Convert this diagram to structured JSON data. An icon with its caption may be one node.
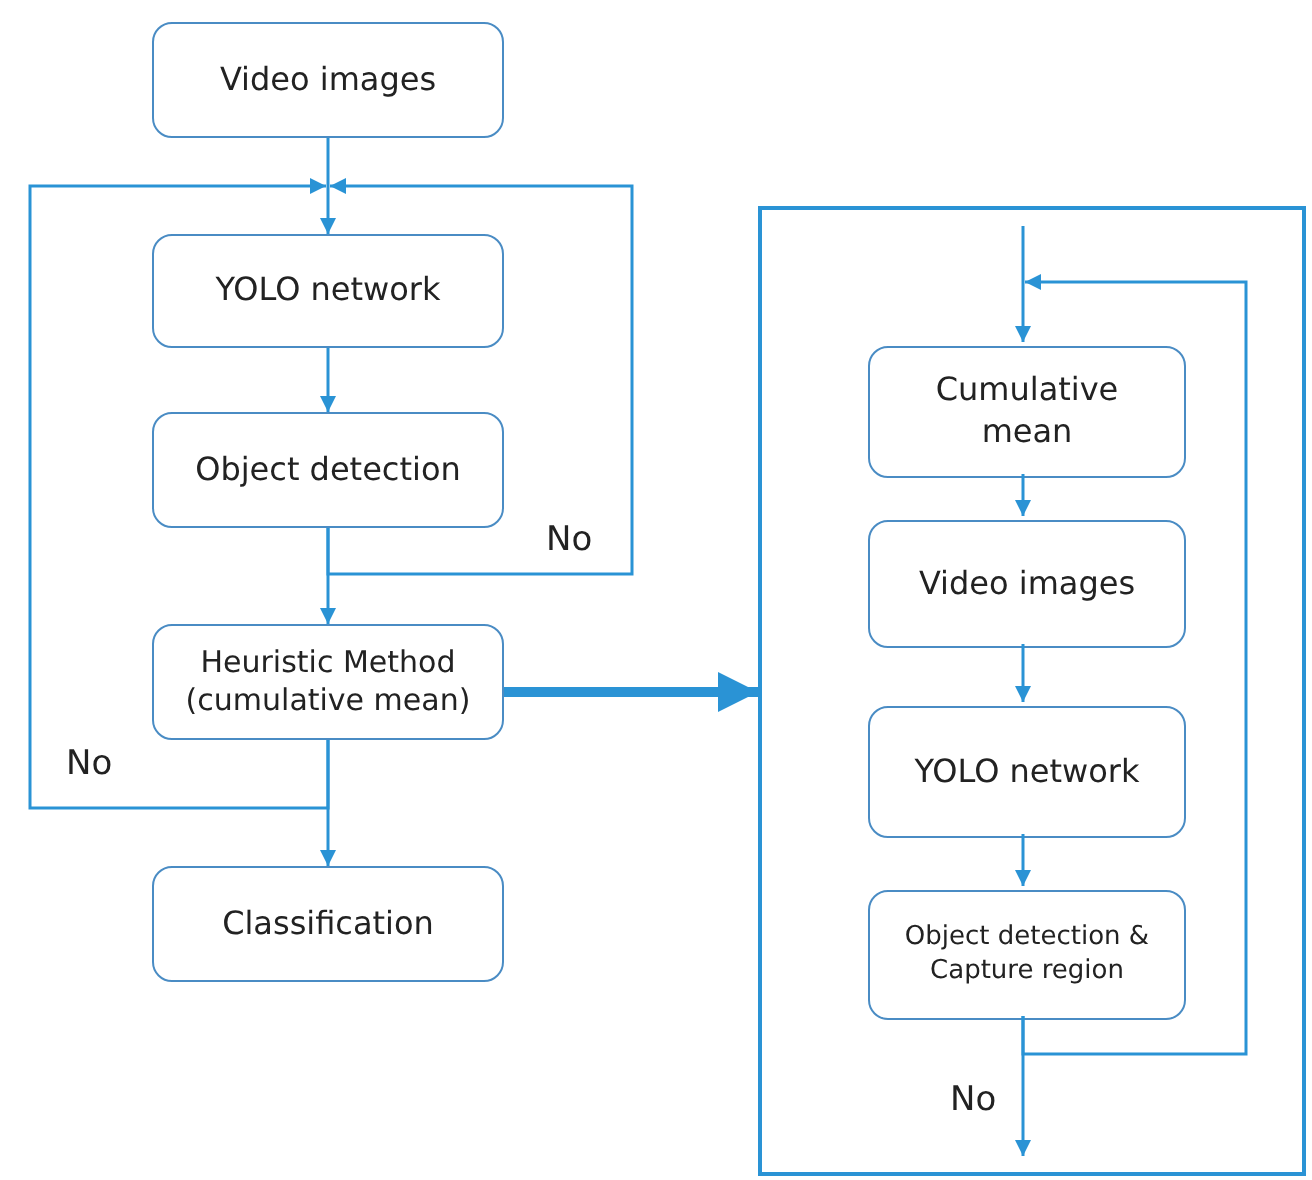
{
  "diagram": {
    "nodes": [
      {
        "text": [
          "Video images"
        ]
      },
      {
        "text": [
          "YOLO network"
        ]
      },
      {
        "text": [
          "Object detection"
        ]
      },
      {
        "text": [
          "Heuristic Method (cumulative mean)"
        ]
      },
      {
        "text": [
          "Classification"
        ]
      },
      {
        "text": [],
        "shape": "box"
      },
      {
        "text": [
          "Cumulative mean"
        ],
        "in": 5
      },
      {
        "text": [
          "Video images"
        ],
        "in": 5
      },
      {
        "text": [
          "YOLO network"
        ],
        "in": 5
      },
      {
        "text": [
          "Object detection & Capture region"
        ],
        "in": 5
      }
    ],
    "edges": [
      {
        "from": 0,
        "to": 1,
        "arrow": "to"
      },
      {
        "from": 1,
        "to": 2,
        "arrow": "to"
      },
      {
        "from": 2,
        "to": 3,
        "arrow": "to"
      },
      {
        "from": 2,
        "to": 1,
        "arrow": "to",
        "label": "No"
      },
      {
        "from": 3,
        "to": 1,
        "arrow": "to",
        "label": "No"
      },
      {
        "from": 3,
        "to": 4,
        "arrow": "to"
      },
      {
        "from": 3,
        "to": 5,
        "arrow": "to",
        "style": "thick"
      },
      {
        "from": null,
        "to": 6,
        "arrow": "to"
      },
      {
        "from": 6,
        "to": 7,
        "arrow": "to"
      },
      {
        "from": 7,
        "to": 8,
        "arrow": "to"
      },
      {
        "from": 8,
        "to": 9,
        "arrow": "to"
      },
      {
        "from": 9,
        "to": 6,
        "arrow": "to"
      },
      {
        "from": 9,
        "to": null,
        "arrow": "to",
        "label": "No"
      }
    ]
  }
}
